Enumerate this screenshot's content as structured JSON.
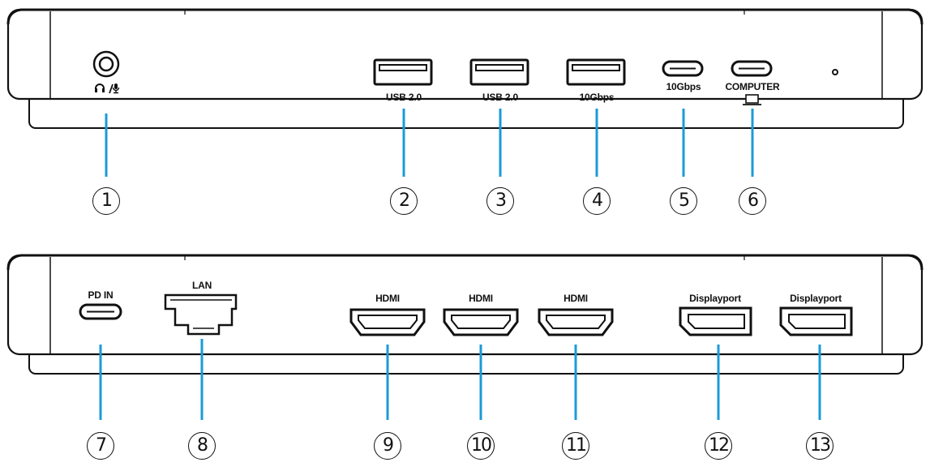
{
  "colors": {
    "callout_line": "#1a9bd7",
    "body_outline": "#111111",
    "port_fill": "#ffffff"
  },
  "front_panel": {
    "ports": [
      {
        "number": "1",
        "label": "",
        "type": "audio-jack"
      },
      {
        "number": "2",
        "label": "USB 2.0",
        "type": "usb-a"
      },
      {
        "number": "3",
        "label": "USB 2.0",
        "type": "usb-a"
      },
      {
        "number": "4",
        "label": "10Gbps",
        "type": "usb-a"
      },
      {
        "number": "5",
        "label": "10Gbps",
        "type": "usb-c"
      },
      {
        "number": "6",
        "label": "COMPUTER",
        "type": "usb-c"
      }
    ],
    "audio_icon": "headphone-microphone-icon",
    "computer_icon": "laptop-icon",
    "led_icon": "status-led-icon"
  },
  "rear_panel": {
    "ports": [
      {
        "number": "7",
        "label": "PD IN",
        "type": "usb-c"
      },
      {
        "number": "8",
        "label": "LAN",
        "type": "ethernet"
      },
      {
        "number": "9",
        "label": "HDMI",
        "type": "hdmi"
      },
      {
        "number": "10",
        "label": "HDMI",
        "type": "hdmi"
      },
      {
        "number": "11",
        "label": "HDMI",
        "type": "hdmi"
      },
      {
        "number": "12",
        "label": "Displayport",
        "type": "displayport"
      },
      {
        "number": "13",
        "label": "Displayport",
        "type": "displayport"
      }
    ]
  }
}
